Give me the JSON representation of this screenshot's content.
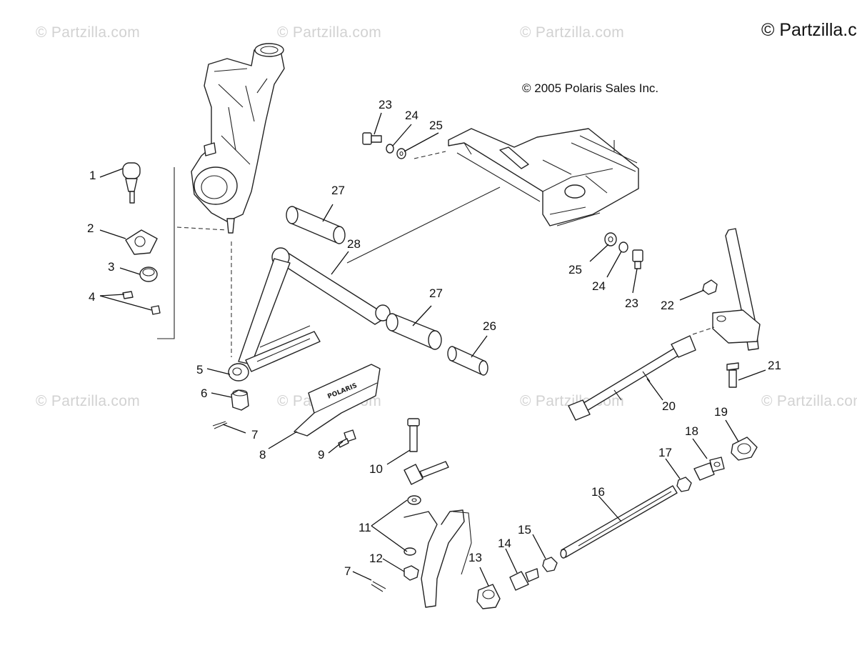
{
  "watermark_text": "© Partzilla.com",
  "corner_watermark": "© Partzilla.c",
  "copyright": "© 2005 Polaris Sales Inc.",
  "guard_logo_text": "POLARIS",
  "callouts": [
    {
      "id": "c1",
      "label": "1"
    },
    {
      "id": "c2",
      "label": "2"
    },
    {
      "id": "c3",
      "label": "3"
    },
    {
      "id": "c4",
      "label": "4"
    },
    {
      "id": "c5",
      "label": "5"
    },
    {
      "id": "c6",
      "label": "6"
    },
    {
      "id": "c7a",
      "label": "7"
    },
    {
      "id": "c8",
      "label": "8"
    },
    {
      "id": "c9",
      "label": "9"
    },
    {
      "id": "c10",
      "label": "10"
    },
    {
      "id": "c11",
      "label": "11"
    },
    {
      "id": "c12",
      "label": "12"
    },
    {
      "id": "c7b",
      "label": "7"
    },
    {
      "id": "c13",
      "label": "13"
    },
    {
      "id": "c14",
      "label": "14"
    },
    {
      "id": "c15",
      "label": "15"
    },
    {
      "id": "c16",
      "label": "16"
    },
    {
      "id": "c17",
      "label": "17"
    },
    {
      "id": "c18",
      "label": "18"
    },
    {
      "id": "c19",
      "label": "19"
    },
    {
      "id": "c20",
      "label": "20"
    },
    {
      "id": "c21",
      "label": "21"
    },
    {
      "id": "c22",
      "label": "22"
    },
    {
      "id": "c23a",
      "label": "23"
    },
    {
      "id": "c24a",
      "label": "24"
    },
    {
      "id": "c25a",
      "label": "25"
    },
    {
      "id": "c23b",
      "label": "23"
    },
    {
      "id": "c24b",
      "label": "24"
    },
    {
      "id": "c25b",
      "label": "25"
    },
    {
      "id": "c26",
      "label": "26"
    },
    {
      "id": "c27a",
      "label": "27"
    },
    {
      "id": "c27b",
      "label": "27"
    },
    {
      "id": "c28",
      "label": "28"
    }
  ]
}
